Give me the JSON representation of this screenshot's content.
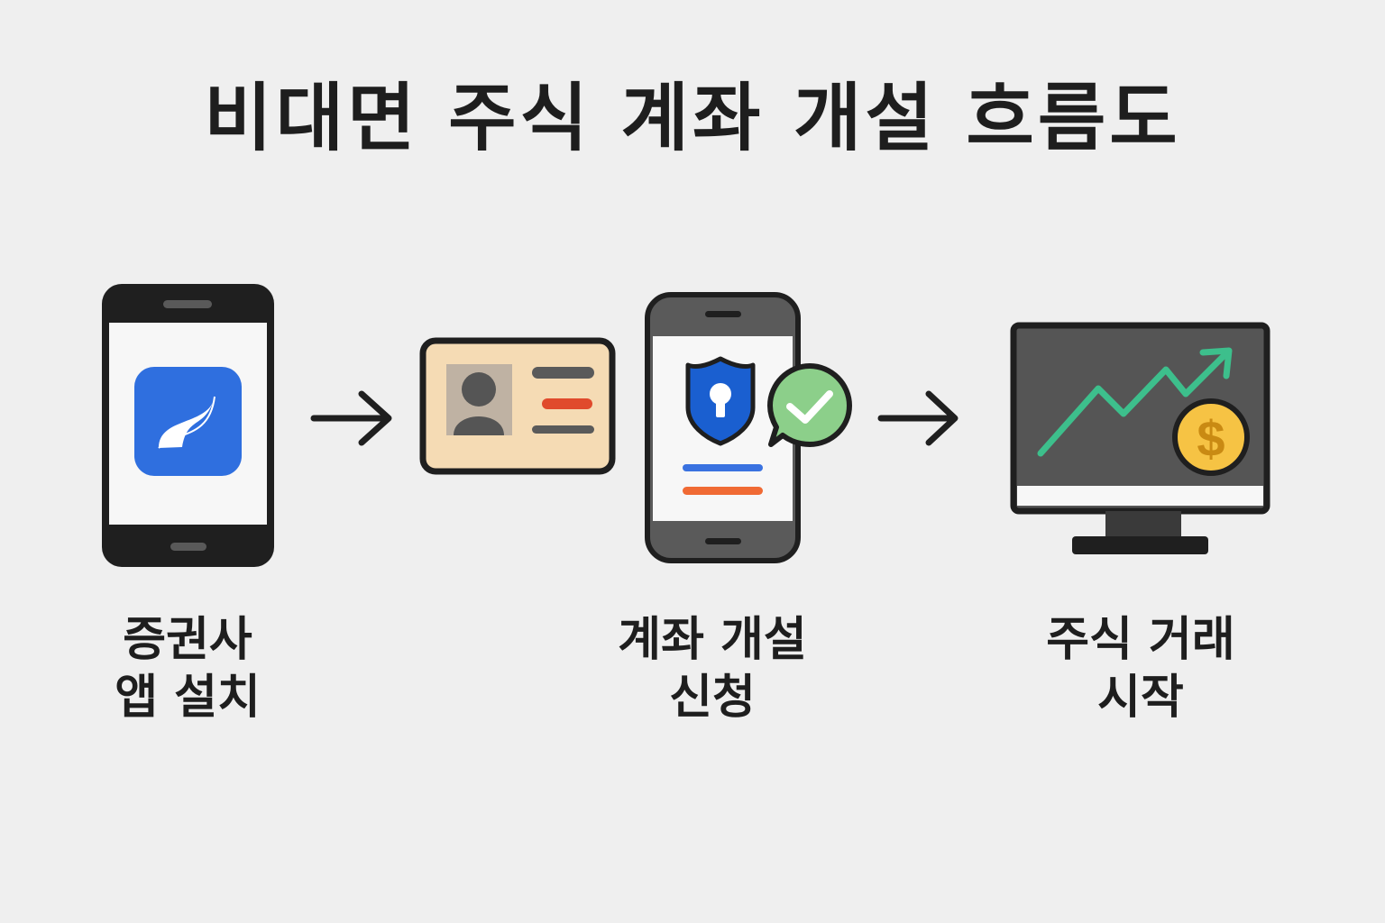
{
  "title": "비대면 주식 계좌 개설 흐름도",
  "steps": [
    {
      "id": "install",
      "label_line1": "증권사",
      "label_line2": "앱 설치",
      "icon": "smartphone-app-icon"
    },
    {
      "id": "apply",
      "label_line1": "계좌 개설",
      "label_line2": "신청",
      "icons": [
        "id-card-icon",
        "secure-phone-icon",
        "check-bubble-icon"
      ]
    },
    {
      "id": "trade",
      "label_line1": "주식 거래",
      "label_line2": "시작",
      "icon": "stock-monitor-icon"
    }
  ],
  "arrows": [
    "arrow-right-icon",
    "arrow-right-icon"
  ],
  "colors": {
    "background": "#efefef",
    "app_blue": "#2f6fdf",
    "card_beige": "#f5dbb4",
    "shield_blue": "#1a5fd0",
    "check_green": "#8ccf8a",
    "chart_green": "#3dbf8c",
    "coin_gold": "#f6c344",
    "accent_red": "#e04a2c",
    "accent_orange": "#f06a34"
  }
}
